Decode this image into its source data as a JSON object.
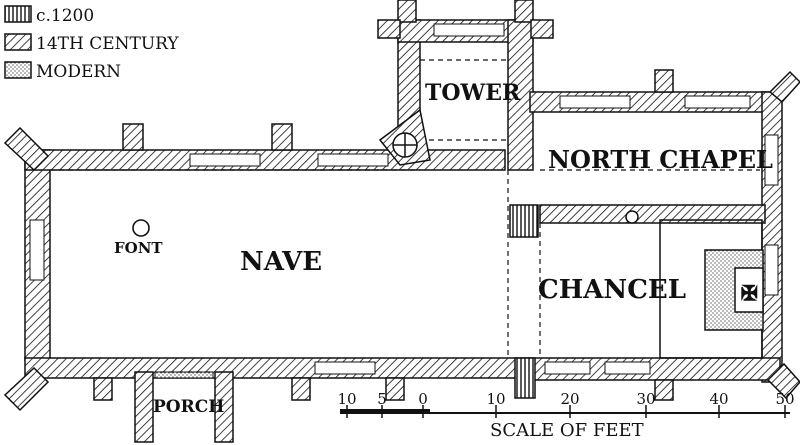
{
  "legend": {
    "items": [
      {
        "label": "c.1200",
        "pattern": "vertical-hatch"
      },
      {
        "label": "14TH CENTURY",
        "pattern": "diagonal-hatch"
      },
      {
        "label": "MODERN",
        "pattern": "stipple"
      }
    ]
  },
  "rooms": {
    "tower": "TOWER",
    "north_chapel": "NORTH CHAPEL",
    "nave": "NAVE",
    "chancel": "CHANCEL",
    "porch": "PORCH",
    "font": "FONT"
  },
  "scale": {
    "title": "SCALE OF FEET",
    "ticks": [
      "10",
      "5",
      "0",
      "10",
      "20",
      "30",
      "40",
      "50"
    ]
  },
  "colors": {
    "ink": "#111111",
    "paper": "#ffffff"
  }
}
